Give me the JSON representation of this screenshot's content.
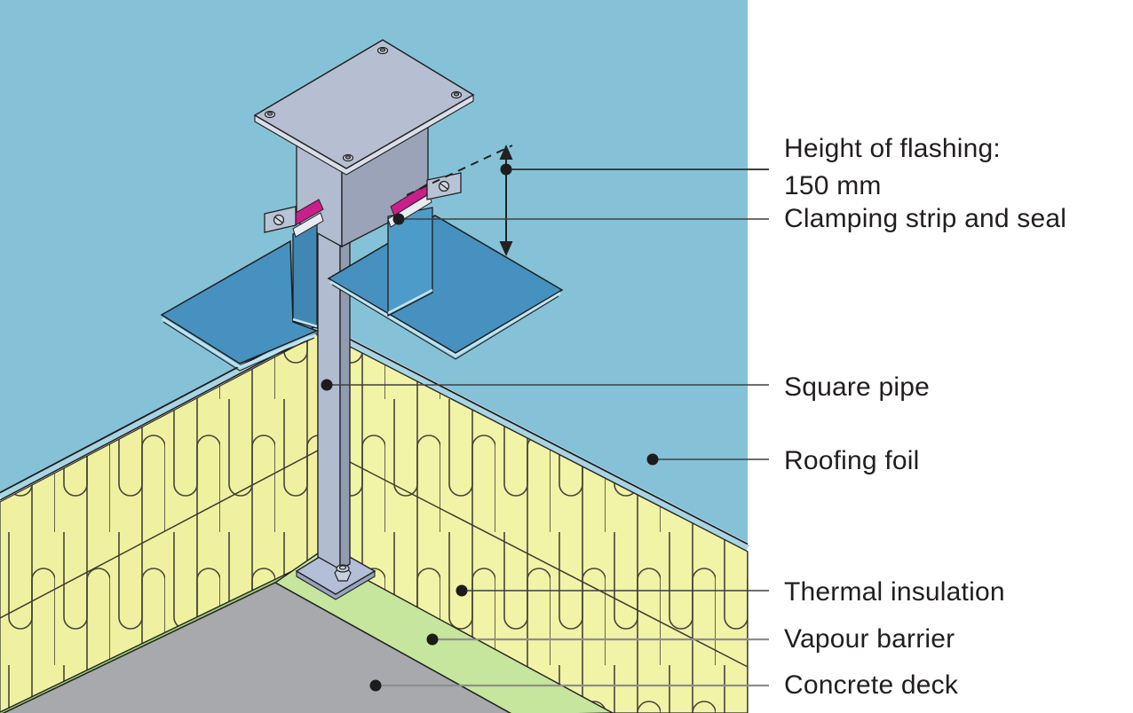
{
  "annotations": {
    "height_flashing": {
      "line1": "Height of flashing:",
      "line2": "150 mm"
    },
    "clamping": "Clamping strip and seal",
    "square_pipe": "Square pipe",
    "roofing_foil": "Roofing foil",
    "thermal_insulation": "Thermal insulation",
    "vapour_barrier": "Vapour barrier",
    "concrete_deck": "Concrete deck"
  },
  "colors": {
    "roofing_foil": "#85c2d7",
    "foil_edge_light": "#a8d4e3",
    "flashing_skirt": "#4691bf",
    "flashing_sleeve_left": "#4187b3",
    "flashing_sleeve_right": "#4d9bc9",
    "seal_magenta": "#ca1e8b",
    "pipe_light": "#b2bcd0",
    "pipe_dark": "#9aa3b8",
    "pipe_sliver": "#929cb0",
    "cap_plate": "#b6bfd2",
    "cap_edge": "#d9dee9",
    "clamp_bar": "#b9c3d6",
    "insulation_left": "#eff1a0",
    "insulation_right": "#f1f3a6",
    "vapour_barrier": "#c6e59d",
    "vapour_line": "#9ccb77",
    "concrete": "#a7a9ac",
    "hem": "#e8ecf2",
    "base_plate": "#b3bfd8",
    "base_edge": "#98a4bd",
    "bolt": "#c9d0dd",
    "text": "#221e1f",
    "leader_dark": "#3f3f3f",
    "leader_gray": "#8e8e8e"
  }
}
